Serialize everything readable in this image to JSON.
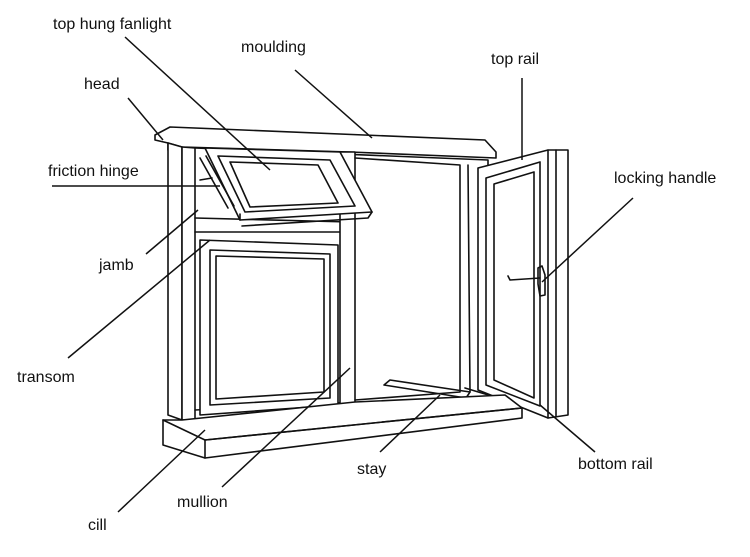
{
  "labels": {
    "top_hung_fanlight": "top hung fanlight",
    "moulding": "moulding",
    "head": "head",
    "top_rail": "top rail",
    "friction_hinge": "friction hinge",
    "locking_handle": "locking handle",
    "jamb": "jamb",
    "transom": "transom",
    "stay": "stay",
    "bottom_rail": "bottom rail",
    "mullion": "mullion",
    "cill": "cill"
  }
}
